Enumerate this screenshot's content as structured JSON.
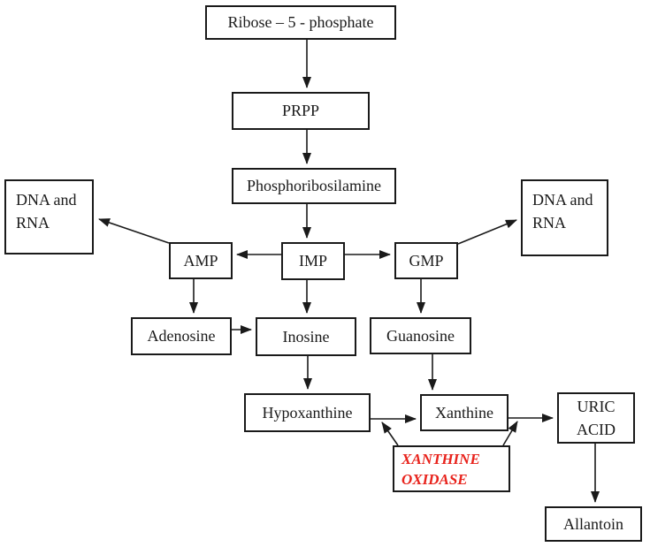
{
  "diagram": {
    "description": "Purine metabolism pathway flowchart",
    "colors": {
      "background": "#ffffff",
      "box_border": "#1a1a1a",
      "text": "#1a1a1a",
      "enzyme_text": "#e8231c"
    },
    "nodes": {
      "ribose_5_phosphate": {
        "label": "Ribose – 5 - phosphate"
      },
      "prpp": {
        "label": "PRPP"
      },
      "phosphoribosilamine": {
        "label": "Phosphoribosilamine"
      },
      "dna_rna_left": {
        "label": "DNA and RNA"
      },
      "dna_rna_right": {
        "label": "DNA and RNA"
      },
      "amp": {
        "label": "AMP"
      },
      "imp": {
        "label": "IMP"
      },
      "gmp": {
        "label": "GMP"
      },
      "adenosine": {
        "label": "Adenosine"
      },
      "inosine": {
        "label": "Inosine"
      },
      "guanosine": {
        "label": "Guanosine"
      },
      "hypoxanthine": {
        "label": "Hypoxanthine"
      },
      "xanthine": {
        "label": "Xanthine"
      },
      "uric_acid": {
        "label": "URIC ACID"
      },
      "xanthine_oxidase": {
        "label": "XANTHINE OXIDASE"
      },
      "allantoin": {
        "label": "Allantoin"
      }
    },
    "edges": [
      {
        "from": "ribose_5_phosphate",
        "to": "prpp"
      },
      {
        "from": "prpp",
        "to": "phosphoribosilamine"
      },
      {
        "from": "phosphoribosilamine",
        "to": "imp"
      },
      {
        "from": "imp",
        "to": "amp"
      },
      {
        "from": "imp",
        "to": "gmp"
      },
      {
        "from": "amp",
        "to": "dna_rna_left"
      },
      {
        "from": "gmp",
        "to": "dna_rna_right"
      },
      {
        "from": "amp",
        "to": "adenosine"
      },
      {
        "from": "imp",
        "to": "inosine"
      },
      {
        "from": "gmp",
        "to": "guanosine"
      },
      {
        "from": "adenosine",
        "to": "inosine"
      },
      {
        "from": "inosine",
        "to": "hypoxanthine"
      },
      {
        "from": "guanosine",
        "to": "xanthine"
      },
      {
        "from": "hypoxanthine",
        "to": "xanthine"
      },
      {
        "from": "xanthine",
        "to": "uric_acid"
      },
      {
        "from": "uric_acid",
        "to": "allantoin"
      },
      {
        "from": "xanthine_oxidase",
        "to": "hypoxanthine_to_xanthine_reaction"
      },
      {
        "from": "xanthine_oxidase",
        "to": "xanthine_to_uric_acid_reaction"
      }
    ]
  }
}
